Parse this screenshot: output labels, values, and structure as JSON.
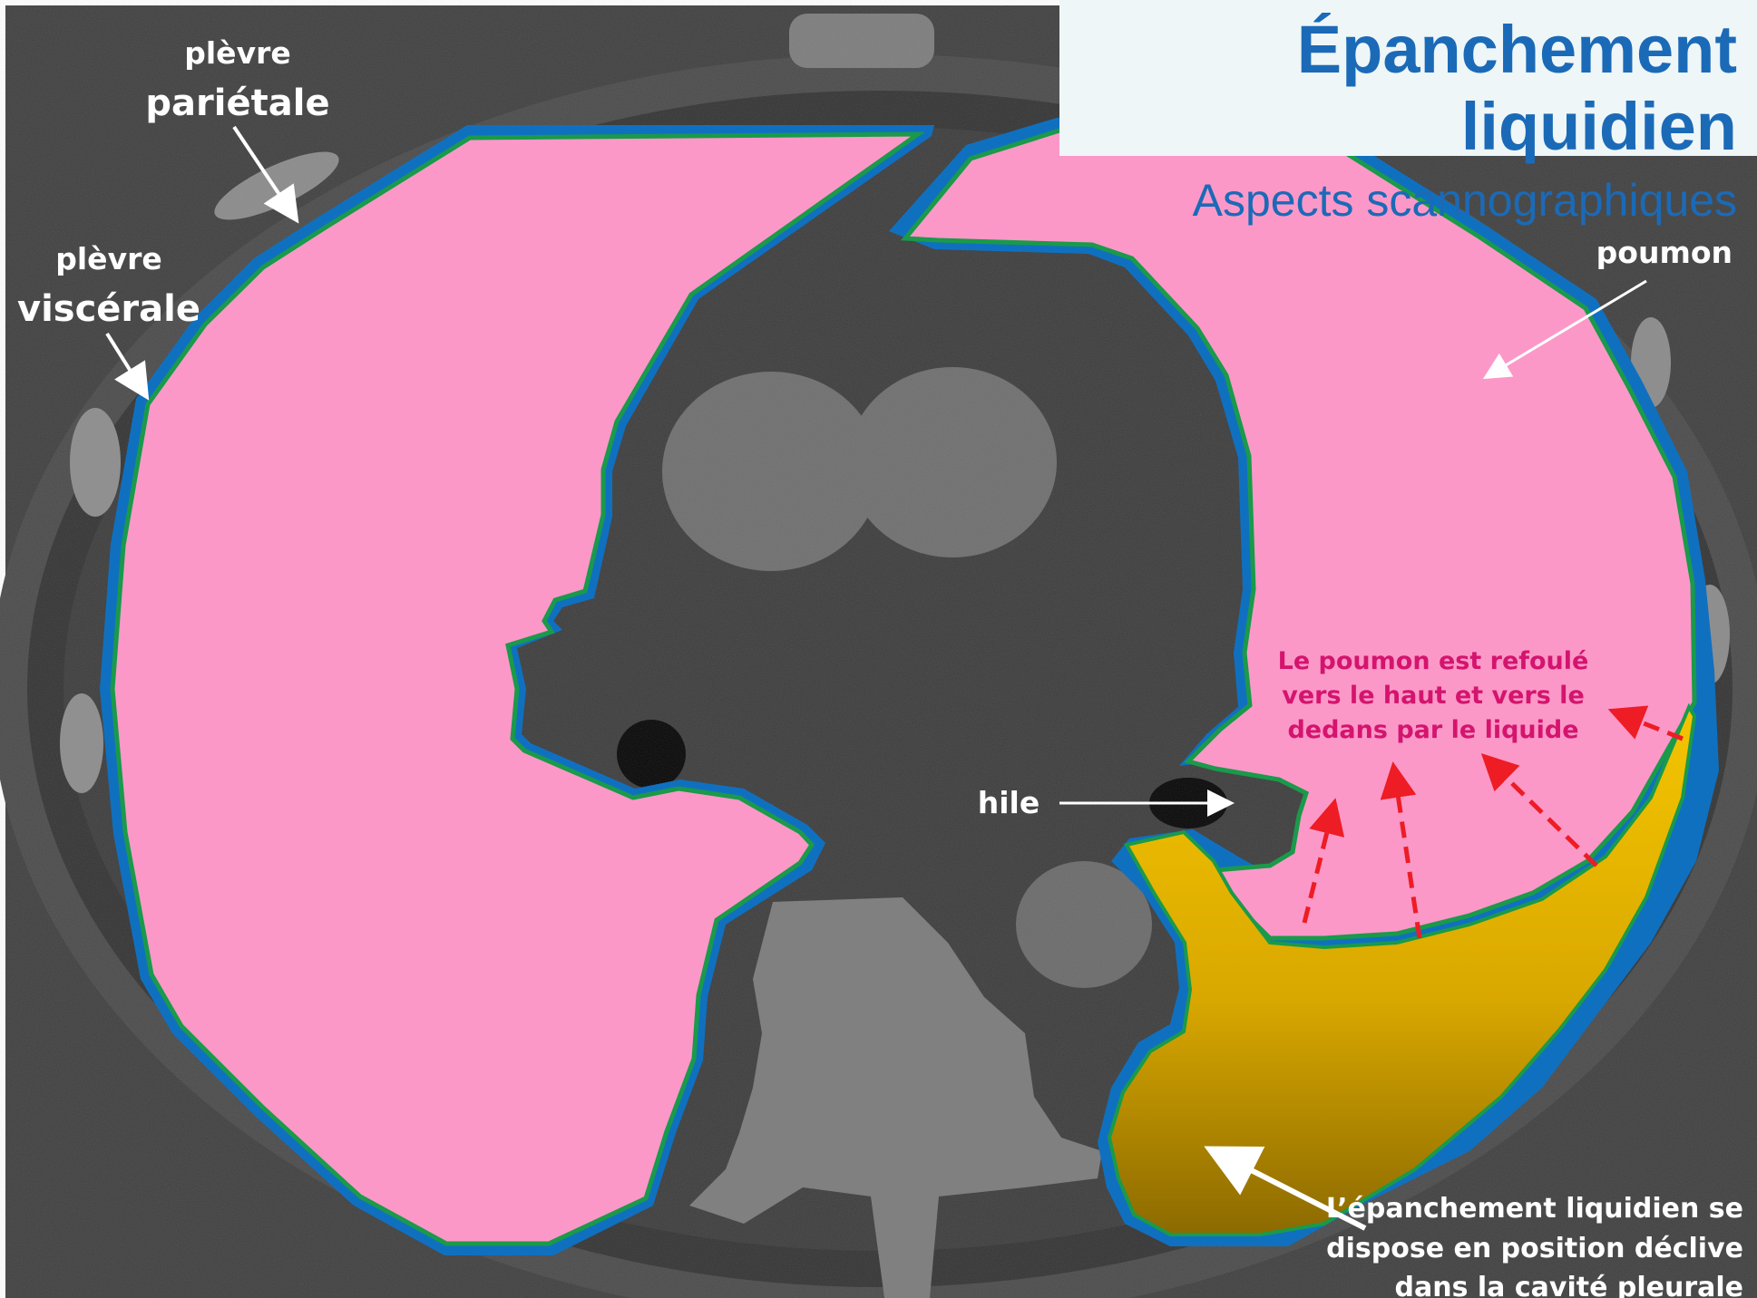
{
  "title": {
    "line1": "Épanchement",
    "line2": "liquidien",
    "subtitle": "Aspects scannographiques"
  },
  "labels": {
    "plevre_parietale": {
      "line1": "plèvre",
      "line2": "pariétale"
    },
    "plevre_viscerale": {
      "line1": "plèvre",
      "line2": "viscérale"
    },
    "poumon": "poumon",
    "hile": "hile"
  },
  "notes": {
    "refoule": {
      "line1": "Le poumon est refoulé",
      "line2": "vers le haut et vers le",
      "line3": "dedans par le liquide"
    },
    "declive": {
      "line1": "L’épanchement liquidien se",
      "line2": "dispose en position déclive",
      "line3": "dans la cavité pleurale"
    }
  },
  "colors": {
    "lung": "#fc98c8",
    "parietal_pleura": "#1070c0",
    "visceral_pleura": "#1a9a4a",
    "effusion_top": "#f2c200",
    "effusion_bottom": "#9a7400",
    "note": "#d4146e",
    "arrow_red": "#ee1c24",
    "title": "#1b6ab7"
  }
}
